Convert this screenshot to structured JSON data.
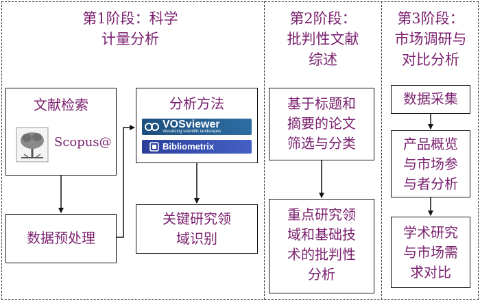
{
  "stages": {
    "stage1": {
      "title_line1": "第1阶段：科学",
      "title_line2": "计量分析"
    },
    "stage2": {
      "title_line1": "第2阶段：",
      "title_line2": "批判性文献",
      "title_line3": "综述"
    },
    "stage3": {
      "title_line1": "第3阶段：",
      "title_line2": "市场调研与",
      "title_line3": "对比分析"
    }
  },
  "boxes": {
    "literature_search": {
      "label": "文献检索",
      "source": "Scopus@"
    },
    "data_preprocessing": {
      "label": "数据预处理"
    },
    "analysis_methods": {
      "label": "分析方法",
      "tool1": "VOSviewer",
      "tool1_tagline": "Visualizing scientific landscapes",
      "tool2": "Bibliometrix"
    },
    "keyword_identification": {
      "line1": "关键研究领",
      "line2": "域识别"
    },
    "title_abstract_screening": {
      "line1": "基于标题和",
      "line2": "摘要的论文",
      "line3": "筛选与分类"
    },
    "critical_review": {
      "line1": "重点研究领",
      "line2": "域和基础技",
      "line3": "术的批判性",
      "line4": "分析"
    },
    "data_collection": {
      "label": "数据采集"
    },
    "product_market_analysis": {
      "line1": "产品概览",
      "line2": "与市场参",
      "line3": "与者分析"
    },
    "academic_vs_market": {
      "line1": "学术研究",
      "line2": "与市场需",
      "line3": "求对比"
    }
  },
  "icons": {
    "elsevier_logo": "elsevier-tree-icon",
    "vosviewer_logo": "vosviewer-logo-icon",
    "bibliometrix_logo": "bibliometrix-logo-icon"
  },
  "colors": {
    "text": "#7a1f6e",
    "border": "#111111"
  }
}
